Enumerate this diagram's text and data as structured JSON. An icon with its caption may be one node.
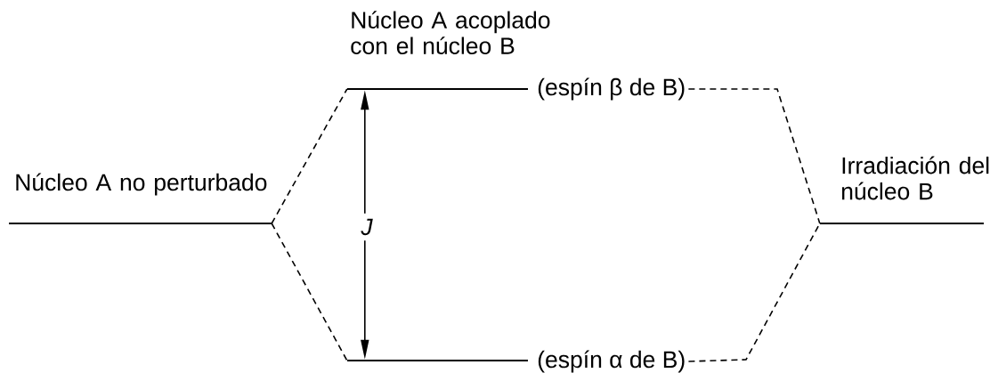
{
  "diagram": {
    "nodes": [
      {
        "text": [],
        "shape": "bar"
      },
      {
        "text": [],
        "shape": "bar"
      },
      {
        "text": [
          "(espín β de B)"
        ]
      },
      {
        "text": [],
        "shape": "bar"
      },
      {
        "text": [
          "(espín α de B)"
        ]
      },
      {
        "text": [],
        "shape": "bar"
      }
    ],
    "edges": [
      {
        "from": 0,
        "to": 1,
        "arrow": "none",
        "style": "dashed"
      },
      {
        "from": 0,
        "to": 3,
        "arrow": "none",
        "style": "dashed"
      },
      {
        "from": 1,
        "to": 3,
        "arrow": "both",
        "label": "J"
      },
      {
        "from": 2,
        "to": 5,
        "arrow": "none",
        "style": "dashed"
      },
      {
        "from": 4,
        "to": 5,
        "arrow": "none",
        "style": "dashed"
      }
    ],
    "labels": [
      "Núcleo A acoplado con el núcleo B",
      "Núcleo A no perturbado",
      "Irradiación del núcleo B"
    ]
  }
}
